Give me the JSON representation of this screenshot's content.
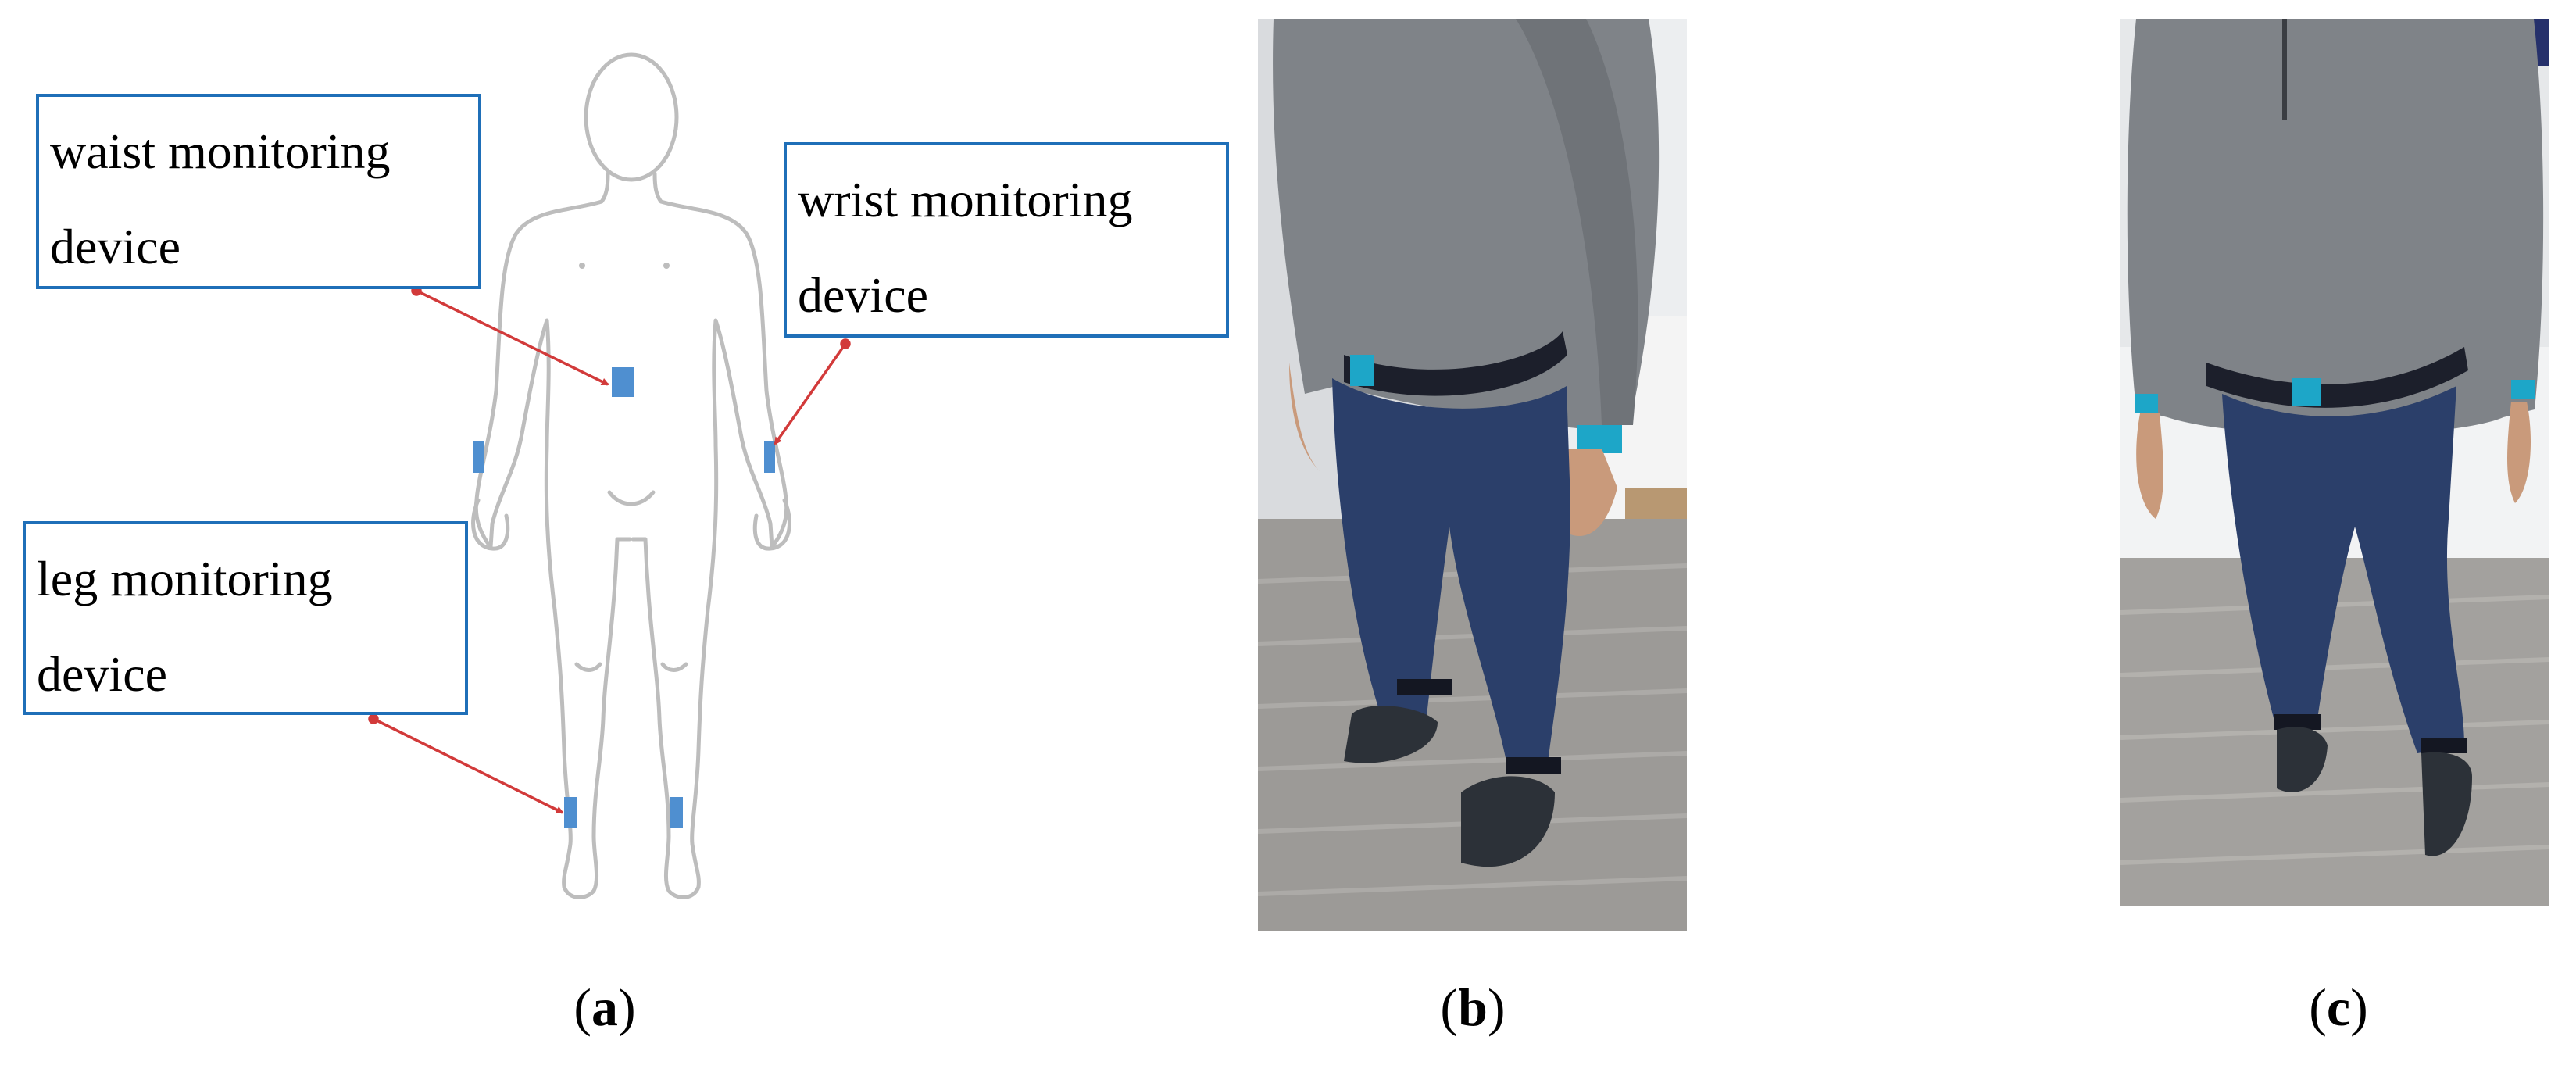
{
  "panel_a": {
    "callouts": {
      "waist": {
        "line1": "waist monitoring",
        "line2": "device"
      },
      "wrist": {
        "line1": "wrist monitoring",
        "line2": "device"
      },
      "leg": {
        "line1": "leg monitoring",
        "line2": "device"
      }
    },
    "colors": {
      "callout_border": "#1f6fb8",
      "device": "#4f8fd0",
      "arrow": "#d23a3a",
      "outline": "#bdbdbd"
    }
  },
  "captions": [
    {
      "open": "(",
      "letter": "a",
      "close": ")"
    },
    {
      "open": "(",
      "letter": "b",
      "close": ")"
    },
    {
      "open": "(",
      "letter": "c",
      "close": ")"
    }
  ]
}
